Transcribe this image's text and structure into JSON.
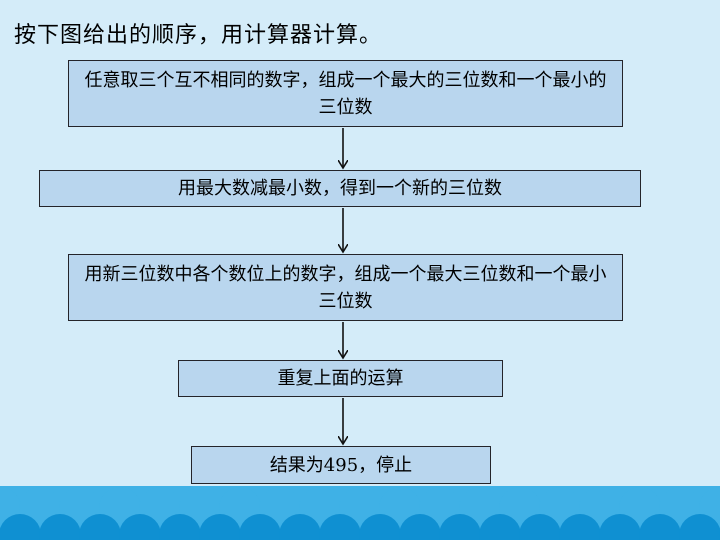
{
  "title": "按下图给出的顺序，用计算器计算。",
  "flowchart": {
    "steps": [
      {
        "text": "任意取三个互不相同的数字，组成一个最大的三位数和一个最小的三位数"
      },
      {
        "text": "用最大数减最小数，得到一个新的三位数"
      },
      {
        "text": "用新三位数中各个数位上的数字，组成一个最大三位数和一个最小三位数"
      },
      {
        "text": "重复上面的运算"
      },
      {
        "text": "结果为495，停止"
      }
    ]
  },
  "colors": {
    "background": "#d4ecf9",
    "box_fill": "#b9d6ee",
    "box_border": "#24242a",
    "wave_light": "#3fb1e6",
    "wave_dark": "#0f90d2"
  }
}
